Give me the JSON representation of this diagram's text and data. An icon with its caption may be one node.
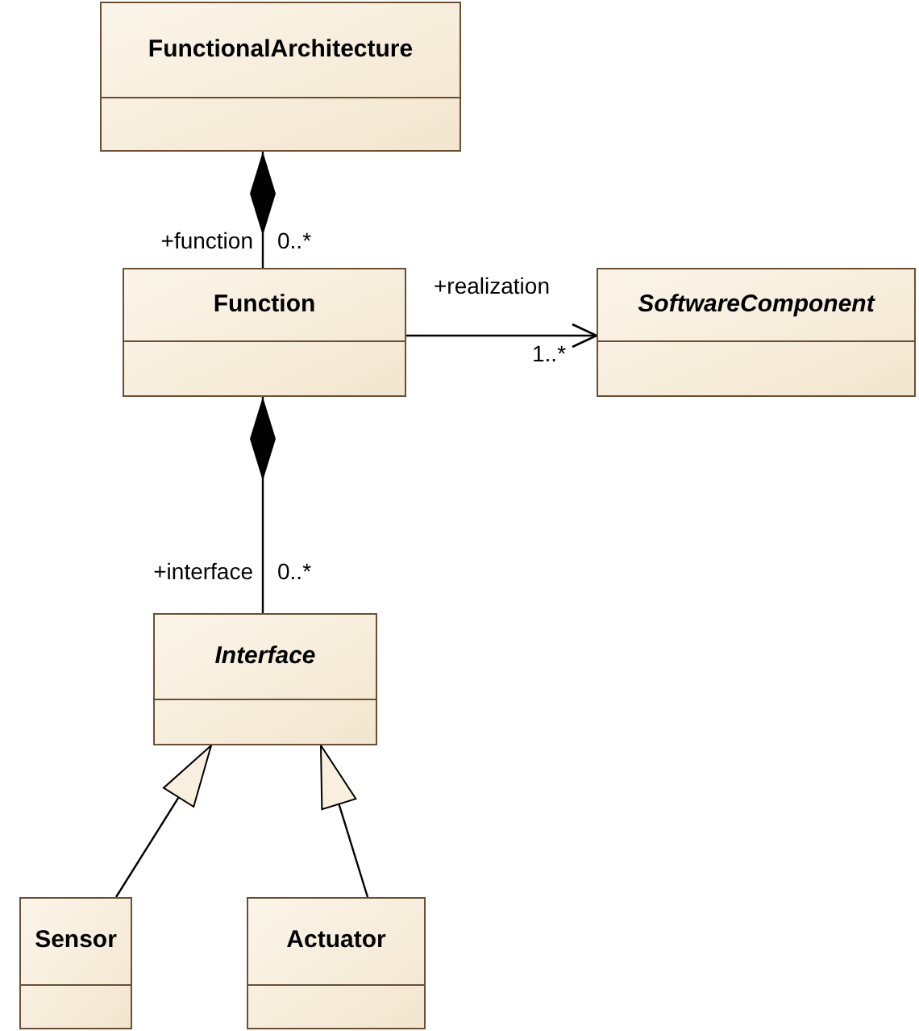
{
  "diagram": {
    "nodes": [
      {
        "text": [
          "FunctionalArchitecture"
        ]
      },
      {
        "text": [
          "Function"
        ]
      },
      {
        "text": [
          "SoftwareComponent"
        ]
      },
      {
        "text": [
          "Interface"
        ]
      },
      {
        "text": [
          "Sensor"
        ]
      },
      {
        "text": [
          "Actuator"
        ]
      }
    ],
    "edges": [
      {
        "from": 0,
        "to": 1,
        "arrow": "other"
      },
      {
        "from": 1,
        "to": 2,
        "arrow": "to"
      },
      {
        "from": 1,
        "to": 3,
        "arrow": "other"
      },
      {
        "from": 4,
        "to": 3,
        "arrow": "to"
      },
      {
        "from": 5,
        "to": 3,
        "arrow": "to"
      }
    ],
    "labels": [
      "+function",
      "0..*",
      "+realization",
      "1..*",
      "+interface",
      "0..*"
    ]
  }
}
